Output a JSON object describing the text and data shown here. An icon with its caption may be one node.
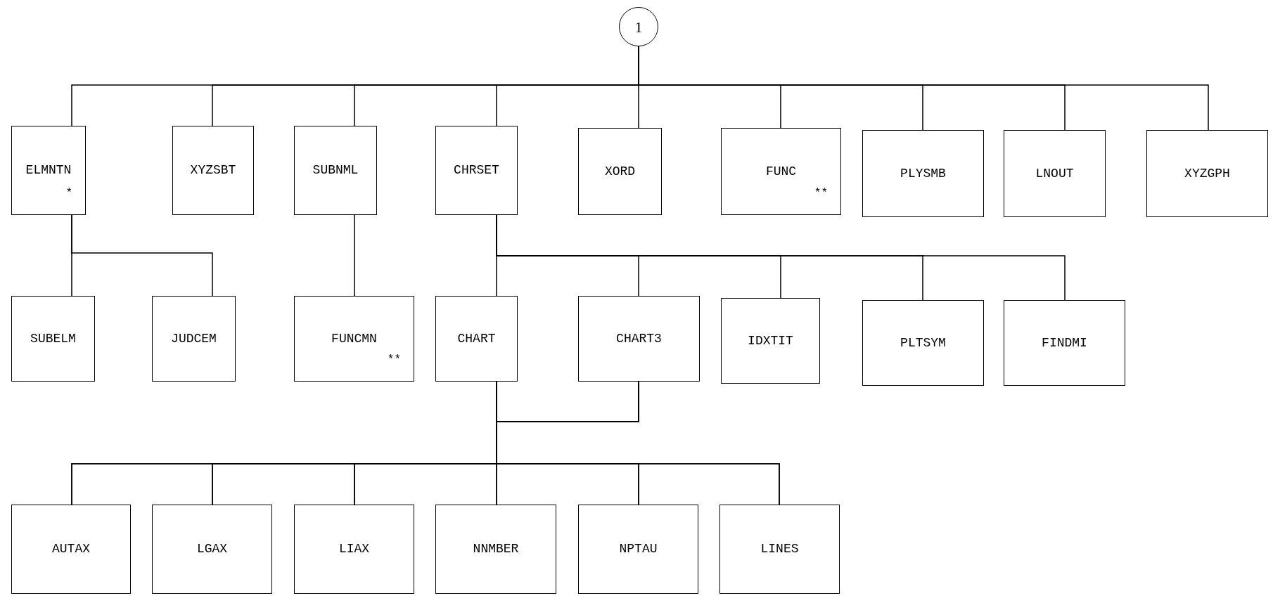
{
  "diagram": {
    "nodes": [
      {
        "text": [
          "1"
        ]
      },
      {
        "text": [
          "ELMNTN",
          "*"
        ]
      },
      {
        "text": [
          "XYZSBT"
        ]
      },
      {
        "text": [
          "SUBNML"
        ]
      },
      {
        "text": [
          "CHRSET"
        ]
      },
      {
        "text": [
          "XORD"
        ]
      },
      {
        "text": [
          "FUNC",
          "**"
        ]
      },
      {
        "text": [
          "PLYSMB"
        ]
      },
      {
        "text": [
          "LNOUT"
        ]
      },
      {
        "text": [
          "XYZGPH"
        ]
      },
      {
        "text": [
          "SUBELM"
        ]
      },
      {
        "text": [
          "JUDCEM"
        ]
      },
      {
        "text": [
          "FUNCMN",
          "**"
        ]
      },
      {
        "text": [
          "CHART"
        ]
      },
      {
        "text": [
          "CHART3"
        ]
      },
      {
        "text": [
          "IDXTIT"
        ]
      },
      {
        "text": [
          "PLTSYM"
        ]
      },
      {
        "text": [
          "FINDMI"
        ]
      },
      {
        "text": [
          "AUTAX"
        ]
      },
      {
        "text": [
          "LGAX"
        ]
      },
      {
        "text": [
          "LIAX"
        ]
      },
      {
        "text": [
          "NNMBER"
        ]
      },
      {
        "text": [
          "NPTAU"
        ]
      },
      {
        "text": [
          "LINES"
        ]
      }
    ],
    "edges": [
      {
        "from": 0,
        "to": 1,
        "arrow": "none"
      },
      {
        "from": 0,
        "to": 2,
        "arrow": "none"
      },
      {
        "from": 0,
        "to": 3,
        "arrow": "none"
      },
      {
        "from": 0,
        "to": 4,
        "arrow": "none"
      },
      {
        "from": 0,
        "to": 5,
        "arrow": "none"
      },
      {
        "from": 0,
        "to": 6,
        "arrow": "none"
      },
      {
        "from": 0,
        "to": 7,
        "arrow": "none"
      },
      {
        "from": 0,
        "to": 8,
        "arrow": "none"
      },
      {
        "from": 0,
        "to": 9,
        "arrow": "none"
      },
      {
        "from": 1,
        "to": 10,
        "arrow": "none"
      },
      {
        "from": 1,
        "to": 11,
        "arrow": "none"
      },
      {
        "from": 3,
        "to": 12,
        "arrow": "none"
      },
      {
        "from": 4,
        "to": 13,
        "arrow": "none"
      },
      {
        "from": 4,
        "to": 14,
        "arrow": "none"
      },
      {
        "from": 4,
        "to": 15,
        "arrow": "none"
      },
      {
        "from": 4,
        "to": 16,
        "arrow": "none"
      },
      {
        "from": 4,
        "to": 17,
        "arrow": "none"
      },
      {
        "from": 13,
        "to": 18,
        "arrow": "none"
      },
      {
        "from": 13,
        "to": 19,
        "arrow": "none"
      },
      {
        "from": 13,
        "to": 20,
        "arrow": "none"
      },
      {
        "from": 13,
        "to": 21,
        "arrow": "none"
      },
      {
        "from": 13,
        "to": 22,
        "arrow": "none"
      },
      {
        "from": 13,
        "to": 23,
        "arrow": "none"
      },
      {
        "from": 14,
        "to": 18,
        "arrow": "none"
      },
      {
        "from": 14,
        "to": 19,
        "arrow": "none"
      },
      {
        "from": 14,
        "to": 20,
        "arrow": "none"
      },
      {
        "from": 14,
        "to": 21,
        "arrow": "none"
      },
      {
        "from": 14,
        "to": 22,
        "arrow": "none"
      },
      {
        "from": 14,
        "to": 23,
        "arrow": "none"
      }
    ]
  }
}
